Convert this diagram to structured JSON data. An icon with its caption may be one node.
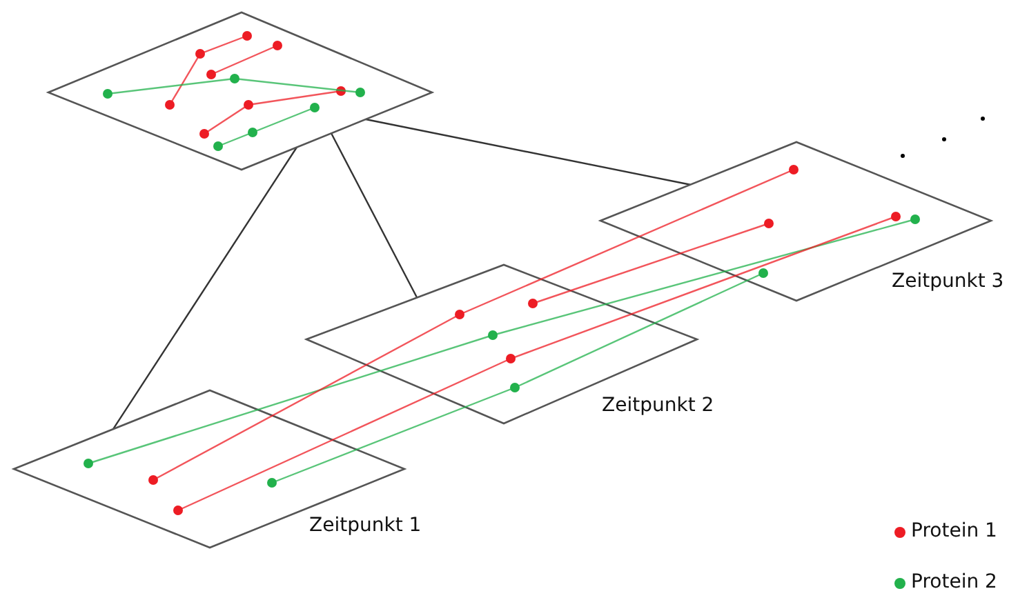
{
  "diagram": {
    "nodes": [
      {
        "text": [],
        "shape": "parallelogram"
      },
      {
        "text": [
          "Zeitpunkt 1"
        ]
      },
      {
        "text": [
          "Zeitpunkt 2"
        ]
      },
      {
        "text": [
          "Zeitpunkt 3"
        ]
      }
    ],
    "edges": [
      {
        "from": 0,
        "to": 1,
        "arrow": "none"
      },
      {
        "from": 0,
        "to": 2,
        "arrow": "none"
      },
      {
        "from": 0,
        "to": 3,
        "arrow": "none"
      }
    ],
    "legend": [
      {
        "text": "Protein 1",
        "color": "#ed1c24"
      },
      {
        "text": "Protein 2",
        "color": "#22b14c"
      }
    ]
  }
}
